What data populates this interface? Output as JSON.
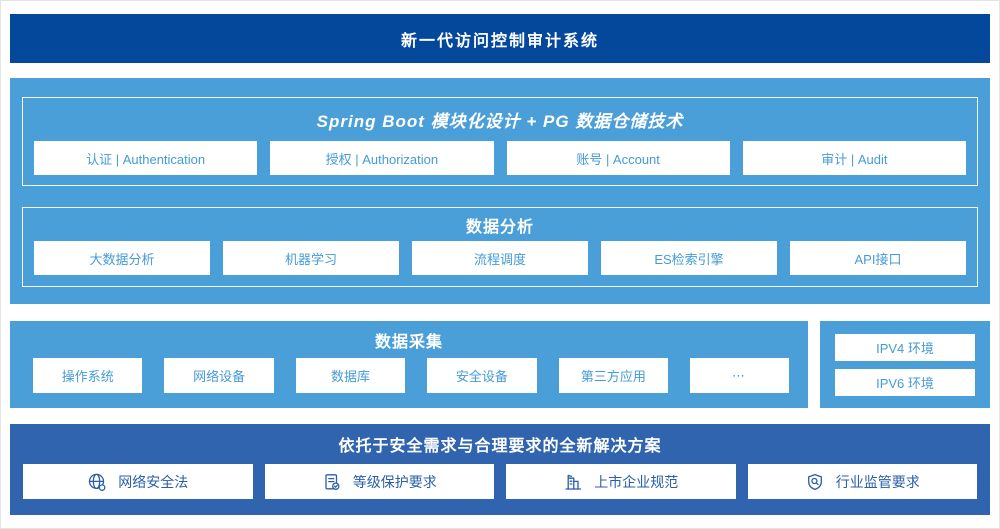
{
  "banner": {
    "title": "新一代访问控制审计系统"
  },
  "platform": {
    "spring": {
      "title": "Spring Boot 模块化设计 + PG 数据仓储技术",
      "items": [
        "认证 | Authentication",
        "授权 | Authorization",
        "账号 | Account",
        "审计 | Audit"
      ]
    },
    "analysis": {
      "title": "数据分析",
      "items": [
        "大数据分析",
        "机器学习",
        "流程调度",
        "ES检索引擎",
        "API接口"
      ]
    }
  },
  "collection": {
    "title": "数据采集",
    "items": [
      "操作系统",
      "网络设备",
      "数据库",
      "安全设备",
      "第三方应用"
    ],
    "more_label": "⋯"
  },
  "environment": {
    "items": [
      "IPV4 环境",
      "IPV6 环境"
    ]
  },
  "solution": {
    "title": "依托于安全需求与合理要求的全新解决方案",
    "items": [
      {
        "icon": "globe-icon",
        "label": "网络安全法"
      },
      {
        "icon": "document-check-icon",
        "label": "等级保护要求"
      },
      {
        "icon": "building-icon",
        "label": "上市企业规范"
      },
      {
        "icon": "shield-search-icon",
        "label": "行业监管要求"
      }
    ]
  },
  "colors": {
    "banner_bg": "#04489b",
    "section_bg": "#4b9fd9",
    "solution_bg": "#3164ae",
    "box_text": "#459bd8",
    "solution_text": "#2b5ea8"
  }
}
